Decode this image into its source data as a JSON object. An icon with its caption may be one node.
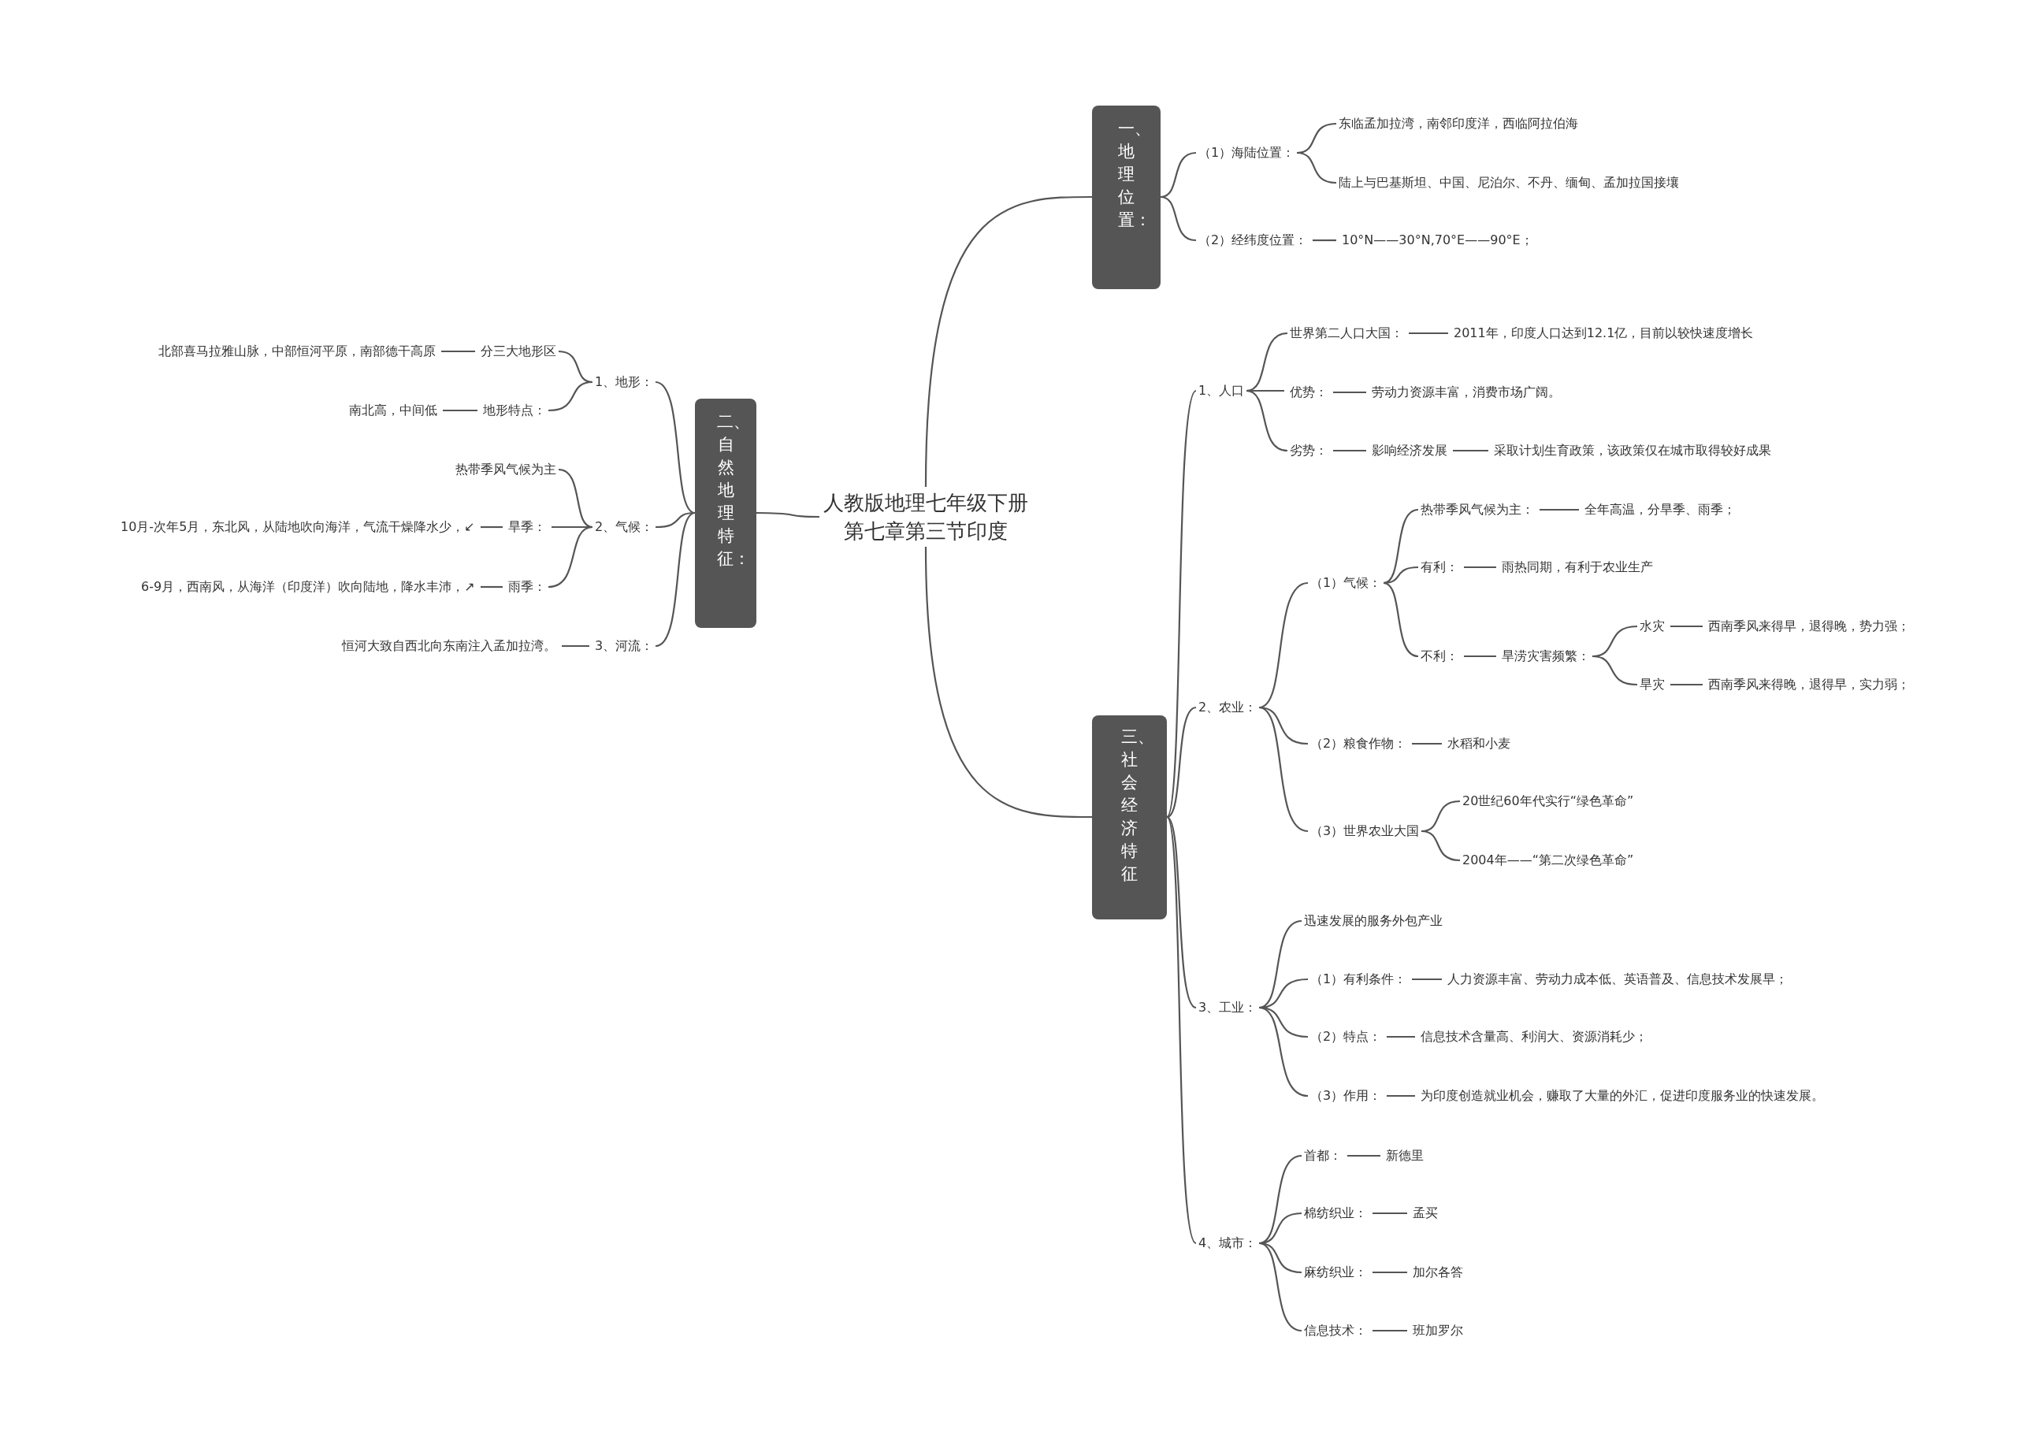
{
  "diagram": {
    "nodes": [
      {
        "text": [
          "人教版地理七年级下册第七章第三节印度"
        ]
      },
      {
        "text": [
          "一、地理位置："
        ]
      },
      {
        "text": [
          "（1）海陆位置："
        ]
      },
      {
        "text": [
          "东临孟加拉湾，南邻印度洋，西临阿拉伯海"
        ]
      },
      {
        "text": [
          "陆上与巴基斯坦、中国、尼泊尔、不丹、缅甸、孟加拉国接壤"
        ]
      },
      {
        "text": [
          "（2）经纬度位置："
        ]
      },
      {
        "text": [
          "10°N——30°N,70°E——90°E；"
        ]
      },
      {
        "text": [
          "二、自然地理特征："
        ]
      },
      {
        "text": [
          "1、地形："
        ]
      },
      {
        "text": [
          "分三大地形区"
        ]
      },
      {
        "text": [
          "北部喜马拉雅山脉，中部恒河平原，南部德干高原"
        ]
      },
      {
        "text": [
          "地形特点："
        ]
      },
      {
        "text": [
          "南北高，中间低"
        ]
      },
      {
        "text": [
          "2、气候："
        ]
      },
      {
        "text": [
          "热带季风气候为主"
        ]
      },
      {
        "text": [
          "旱季："
        ]
      },
      {
        "text": [
          "10月-次年5月，东北风，从陆地吹向海洋，气流干燥降水少，↙"
        ]
      },
      {
        "text": [
          "雨季："
        ]
      },
      {
        "text": [
          "6-9月，西南风，从海洋（印度洋）吹向陆地，降水丰沛，↗"
        ]
      },
      {
        "text": [
          "3、河流："
        ]
      },
      {
        "text": [
          "恒河大致自西北向东南注入孟加拉湾。"
        ]
      },
      {
        "text": [
          "三、社会经济特征"
        ]
      },
      {
        "text": [
          "1、人口"
        ]
      },
      {
        "text": [
          "世界第二人口大国："
        ]
      },
      {
        "text": [
          "2011年，印度人口达到12.1亿，目前以较快速度增长"
        ]
      },
      {
        "text": [
          "优势："
        ]
      },
      {
        "text": [
          "劳动力资源丰富，消费市场广阔。"
        ]
      },
      {
        "text": [
          "劣势："
        ]
      },
      {
        "text": [
          "影响经济发展"
        ]
      },
      {
        "text": [
          "采取计划生育政策，该政策仅在城市取得较好成果"
        ]
      },
      {
        "text": [
          "2、农业："
        ]
      },
      {
        "text": [
          "（1）气候："
        ]
      },
      {
        "text": [
          "热带季风气候为主："
        ]
      },
      {
        "text": [
          "全年高温，分旱季、雨季；"
        ]
      },
      {
        "text": [
          "有利："
        ]
      },
      {
        "text": [
          "雨热同期，有利于农业生产"
        ]
      },
      {
        "text": [
          "不利："
        ]
      },
      {
        "text": [
          "旱涝灾害频繁："
        ]
      },
      {
        "text": [
          "水灾"
        ]
      },
      {
        "text": [
          "西南季风来得早，退得晚，势力强；"
        ]
      },
      {
        "text": [
          "旱灾"
        ]
      },
      {
        "text": [
          "西南季风来得晚，退得早，实力弱；"
        ]
      },
      {
        "text": [
          "（2）粮食作物："
        ]
      },
      {
        "text": [
          "水稻和小麦"
        ]
      },
      {
        "text": [
          "（3）世界农业大国"
        ]
      },
      {
        "text": [
          "20世纪60年代实行“绿色革命”"
        ]
      },
      {
        "text": [
          "2004年——“第二次绿色革命”"
        ]
      },
      {
        "text": [
          "3、工业："
        ]
      },
      {
        "text": [
          "迅速发展的服务外包产业"
        ]
      },
      {
        "text": [
          "（1）有利条件："
        ]
      },
      {
        "text": [
          "人力资源丰富、劳动力成本低、英语普及、信息技术发展早；"
        ]
      },
      {
        "text": [
          "（2）特点："
        ]
      },
      {
        "text": [
          "信息技术含量高、利润大、资源消耗少；"
        ]
      },
      {
        "text": [
          "（3）作用："
        ]
      },
      {
        "text": [
          "为印度创造就业机会，赚取了大量的外汇，促进印度服务业的快速发展。"
        ]
      },
      {
        "text": [
          "4、城市："
        ]
      },
      {
        "text": [
          "首都："
        ]
      },
      {
        "text": [
          "新德里"
        ]
      },
      {
        "text": [
          "棉纺织业："
        ]
      },
      {
        "text": [
          "孟买"
        ]
      },
      {
        "text": [
          "麻纺织业："
        ]
      },
      {
        "text": [
          "加尔各答"
        ]
      },
      {
        "text": [
          "信息技术："
        ]
      },
      {
        "text": [
          "班加罗尔"
        ]
      }
    ],
    "edges": [
      {
        "from": 0,
        "to": 1,
        "arrow": "none"
      },
      {
        "from": 0,
        "to": 7,
        "arrow": "none"
      },
      {
        "from": 0,
        "to": 21,
        "arrow": "none"
      },
      {
        "from": 1,
        "to": 2,
        "arrow": "none"
      },
      {
        "from": 2,
        "to": 3,
        "arrow": "none"
      },
      {
        "from": 2,
        "to": 4,
        "arrow": "none"
      },
      {
        "from": 1,
        "to": 5,
        "arrow": "none"
      },
      {
        "from": 5,
        "to": 6,
        "arrow": "none"
      },
      {
        "from": 7,
        "to": 8,
        "arrow": "none"
      },
      {
        "from": 8,
        "to": 9,
        "arrow": "none"
      },
      {
        "from": 9,
        "to": 10,
        "arrow": "none"
      },
      {
        "from": 8,
        "to": 11,
        "arrow": "none"
      },
      {
        "from": 11,
        "to": 12,
        "arrow": "none"
      },
      {
        "from": 7,
        "to": 13,
        "arrow": "none"
      },
      {
        "from": 13,
        "to": 14,
        "arrow": "none"
      },
      {
        "from": 13,
        "to": 15,
        "arrow": "none"
      },
      {
        "from": 15,
        "to": 16,
        "arrow": "none"
      },
      {
        "from": 13,
        "to": 17,
        "arrow": "none"
      },
      {
        "from": 17,
        "to": 18,
        "arrow": "none"
      },
      {
        "from": 7,
        "to": 19,
        "arrow": "none"
      },
      {
        "from": 19,
        "to": 20,
        "arrow": "none"
      },
      {
        "from": 21,
        "to": 22,
        "arrow": "none"
      },
      {
        "from": 22,
        "to": 23,
        "arrow": "none"
      },
      {
        "from": 23,
        "to": 24,
        "arrow": "none"
      },
      {
        "from": 22,
        "to": 25,
        "arrow": "none"
      },
      {
        "from": 25,
        "to": 26,
        "arrow": "none"
      },
      {
        "from": 22,
        "to": 27,
        "arrow": "none"
      },
      {
        "from": 27,
        "to": 28,
        "arrow": "none"
      },
      {
        "from": 28,
        "to": 29,
        "arrow": "none"
      },
      {
        "from": 21,
        "to": 30,
        "arrow": "none"
      },
      {
        "from": 30,
        "to": 31,
        "arrow": "none"
      },
      {
        "from": 31,
        "to": 32,
        "arrow": "none"
      },
      {
        "from": 32,
        "to": 33,
        "arrow": "none"
      },
      {
        "from": 31,
        "to": 34,
        "arrow": "none"
      },
      {
        "from": 34,
        "to": 35,
        "arrow": "none"
      },
      {
        "from": 31,
        "to": 36,
        "arrow": "none"
      },
      {
        "from": 36,
        "to": 37,
        "arrow": "none"
      },
      {
        "from": 37,
        "to": 38,
        "arrow": "none"
      },
      {
        "from": 38,
        "to": 39,
        "arrow": "none"
      },
      {
        "from": 37,
        "to": 40,
        "arrow": "none"
      },
      {
        "from": 40,
        "to": 41,
        "arrow": "none"
      },
      {
        "from": 30,
        "to": 42,
        "arrow": "none"
      },
      {
        "from": 42,
        "to": 43,
        "arrow": "none"
      },
      {
        "from": 30,
        "to": 44,
        "arrow": "none"
      },
      {
        "from": 44,
        "to": 45,
        "arrow": "none"
      },
      {
        "from": 44,
        "to": 46,
        "arrow": "none"
      },
      {
        "from": 21,
        "to": 47,
        "arrow": "none"
      },
      {
        "from": 47,
        "to": 48,
        "arrow": "none"
      },
      {
        "from": 47,
        "to": 49,
        "arrow": "none"
      },
      {
        "from": 49,
        "to": 50,
        "arrow": "none"
      },
      {
        "from": 47,
        "to": 51,
        "arrow": "none"
      },
      {
        "from": 51,
        "to": 52,
        "arrow": "none"
      },
      {
        "from": 47,
        "to": 53,
        "arrow": "none"
      },
      {
        "from": 53,
        "to": 54,
        "arrow": "none"
      },
      {
        "from": 21,
        "to": 55,
        "arrow": "none"
      },
      {
        "from": 55,
        "to": 56,
        "arrow": "none"
      },
      {
        "from": 56,
        "to": 57,
        "arrow": "none"
      },
      {
        "from": 55,
        "to": 58,
        "arrow": "none"
      },
      {
        "from": 58,
        "to": 59,
        "arrow": "none"
      },
      {
        "from": 55,
        "to": 60,
        "arrow": "none"
      },
      {
        "from": 60,
        "to": 61,
        "arrow": "none"
      },
      {
        "from": 55,
        "to": 62,
        "arrow": "none"
      },
      {
        "from": 62,
        "to": 63,
        "arrow": "none"
      }
    ]
  }
}
